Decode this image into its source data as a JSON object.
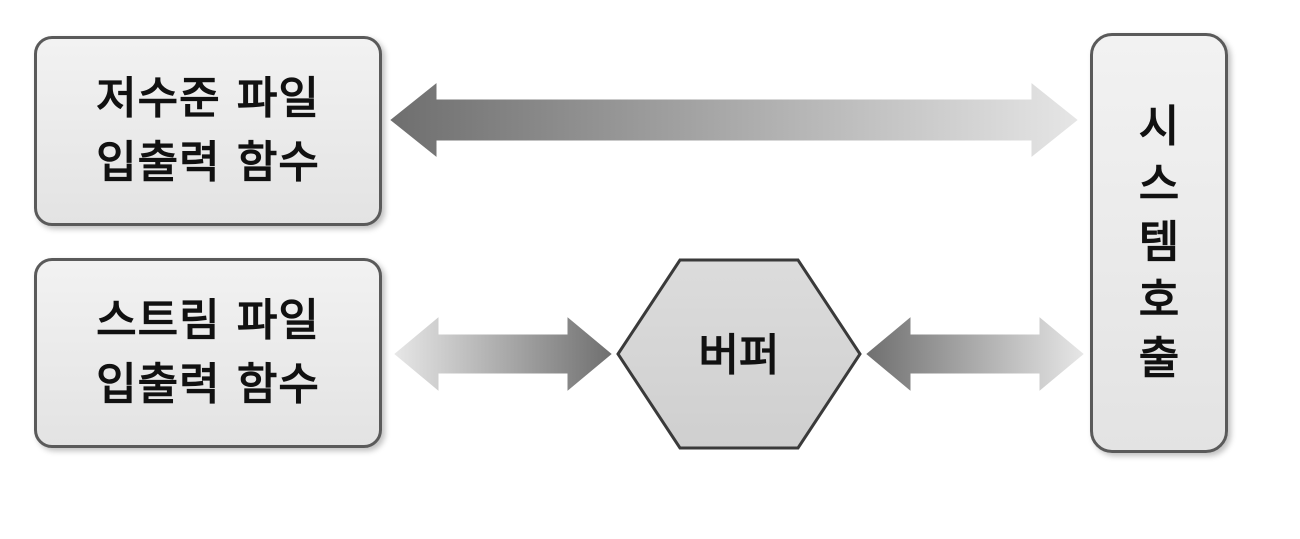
{
  "nodes": {
    "low_level_io": "저수준 파일\n입출력 함수",
    "stream_io": "스트림 파일\n입출력 함수",
    "buffer": "버퍼",
    "system_call": [
      "시",
      "스",
      "템",
      "호",
      "출"
    ]
  },
  "colors": {
    "box_border": "#5a5a5a",
    "box_fill": "#e8e8e8",
    "arrow_dark": "#6e6e6e",
    "arrow_light": "#e6e6e6"
  },
  "icons": {
    "arrow": "double-headed-arrow",
    "buffer_shape": "hexagon"
  }
}
